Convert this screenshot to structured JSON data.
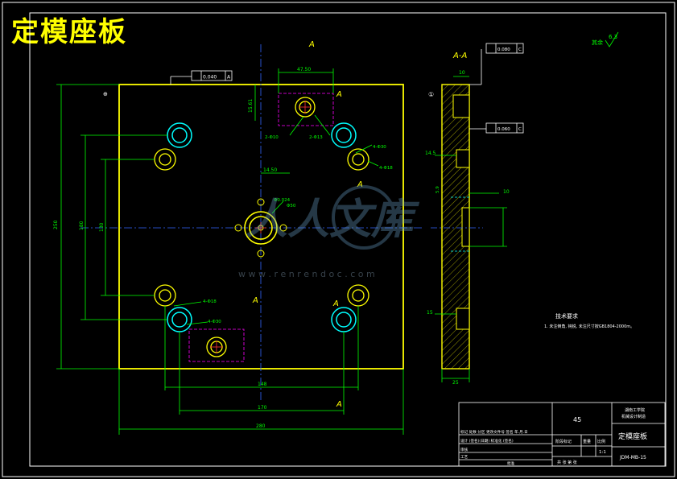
{
  "drawing": {
    "title": "定模座板",
    "section_label": "A-A",
    "section_marks": [
      "A",
      "A",
      "A",
      "A",
      "A",
      "A"
    ],
    "roughness": "其余",
    "roughness_value": "6.3",
    "flatness_value": "0.040",
    "flatness_datum": "A",
    "parallel_1": "0.080",
    "parallel_1_datum": "C",
    "parallel_2": "0.060",
    "parallel_2_datum": "C"
  },
  "dimensions": {
    "overall_width": "280",
    "bolt_x_outer": "170",
    "bolt_x_inner": "148",
    "overall_height": "250",
    "bolt_y_outer": "180",
    "bolt_y_inner": "130",
    "slot_width": "47.50",
    "slot_depth": "15.61",
    "center_dim": "14.50",
    "thickness": "25",
    "side_top": "10",
    "side_step": "14.5",
    "side_mid": "10",
    "side_bottom": "15",
    "side_small": "5.9",
    "center_hole": "Φ50",
    "sprue_hole": "Φ0.024",
    "hole_label_a": "2-Φ10",
    "hole_label_b": "2-Φ13",
    "hole_label_c": "4-Φ30",
    "hole_label_d": "4-Φ18",
    "hole_label_e": "4-Φ18",
    "hole_label_f": "4-Φ30"
  },
  "notes": {
    "heading": "技术要求",
    "line1": "1. 未注倒角, 钝锐, 未注尺寸按GB1804-2000m。"
  },
  "watermark": {
    "brand": "人人文库",
    "url": "w w w . r e n r e n d o c . c o m"
  },
  "title_block": {
    "material": "45",
    "part_name": "定模座板",
    "school_line1": "湖南工学院",
    "school_line2": "机械设计制造",
    "drawing_no": "JDM-MB-15",
    "scale": "1:1",
    "sheet": "共 张 第 张",
    "rows": {
      "r1": "标记 处数 分区 更改文件号 签名 年.月.日",
      "r2": "设计 (签名)(日期) 标准化 (签名)",
      "r3": "审核",
      "r4": "工艺",
      "r5": "批准"
    },
    "stage_label": "阶段标记",
    "weight_label": "重量",
    "scale_label": "比例"
  },
  "colors": {
    "background": "#000000",
    "outline": "#ffff00",
    "dimension": "#00ff00",
    "hole_cyan": "#00ffff",
    "center": "#ff3333",
    "magenta": "#ff00ff",
    "white": "#ffffff"
  }
}
